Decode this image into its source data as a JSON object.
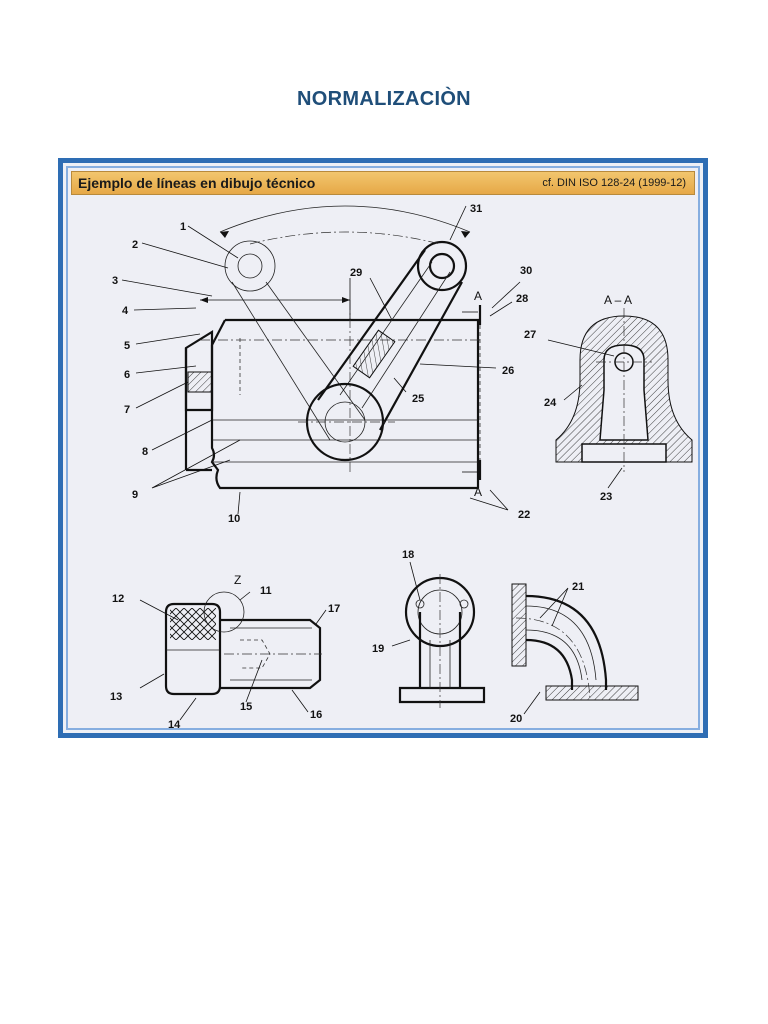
{
  "page": {
    "title": "NORMALIZACIÒN"
  },
  "figure": {
    "header_title": "Ejemplo de líneas en dibujo técnico",
    "header_ref": "cf. DIN ISO 128-24 (1999-12)",
    "labels": {
      "n1": "1",
      "n2": "2",
      "n3": "3",
      "n4": "4",
      "n5": "5",
      "n6": "6",
      "n7": "7",
      "n8": "8",
      "n9": "9",
      "n10": "10",
      "n11": "11",
      "n12": "12",
      "n13": "13",
      "n14": "14",
      "n15": "15",
      "n16": "16",
      "n17": "17",
      "n18": "18",
      "n19": "19",
      "n20": "20",
      "n21": "21",
      "n22": "22",
      "n23": "23",
      "n24": "24",
      "n25": "25",
      "n26": "26",
      "n27": "27",
      "n28": "28",
      "n29": "29",
      "n30": "30",
      "n31": "31"
    },
    "section_label": "A – A",
    "cut_label_top": "A",
    "cut_label_bottom": "A",
    "detail_label": "Z"
  }
}
